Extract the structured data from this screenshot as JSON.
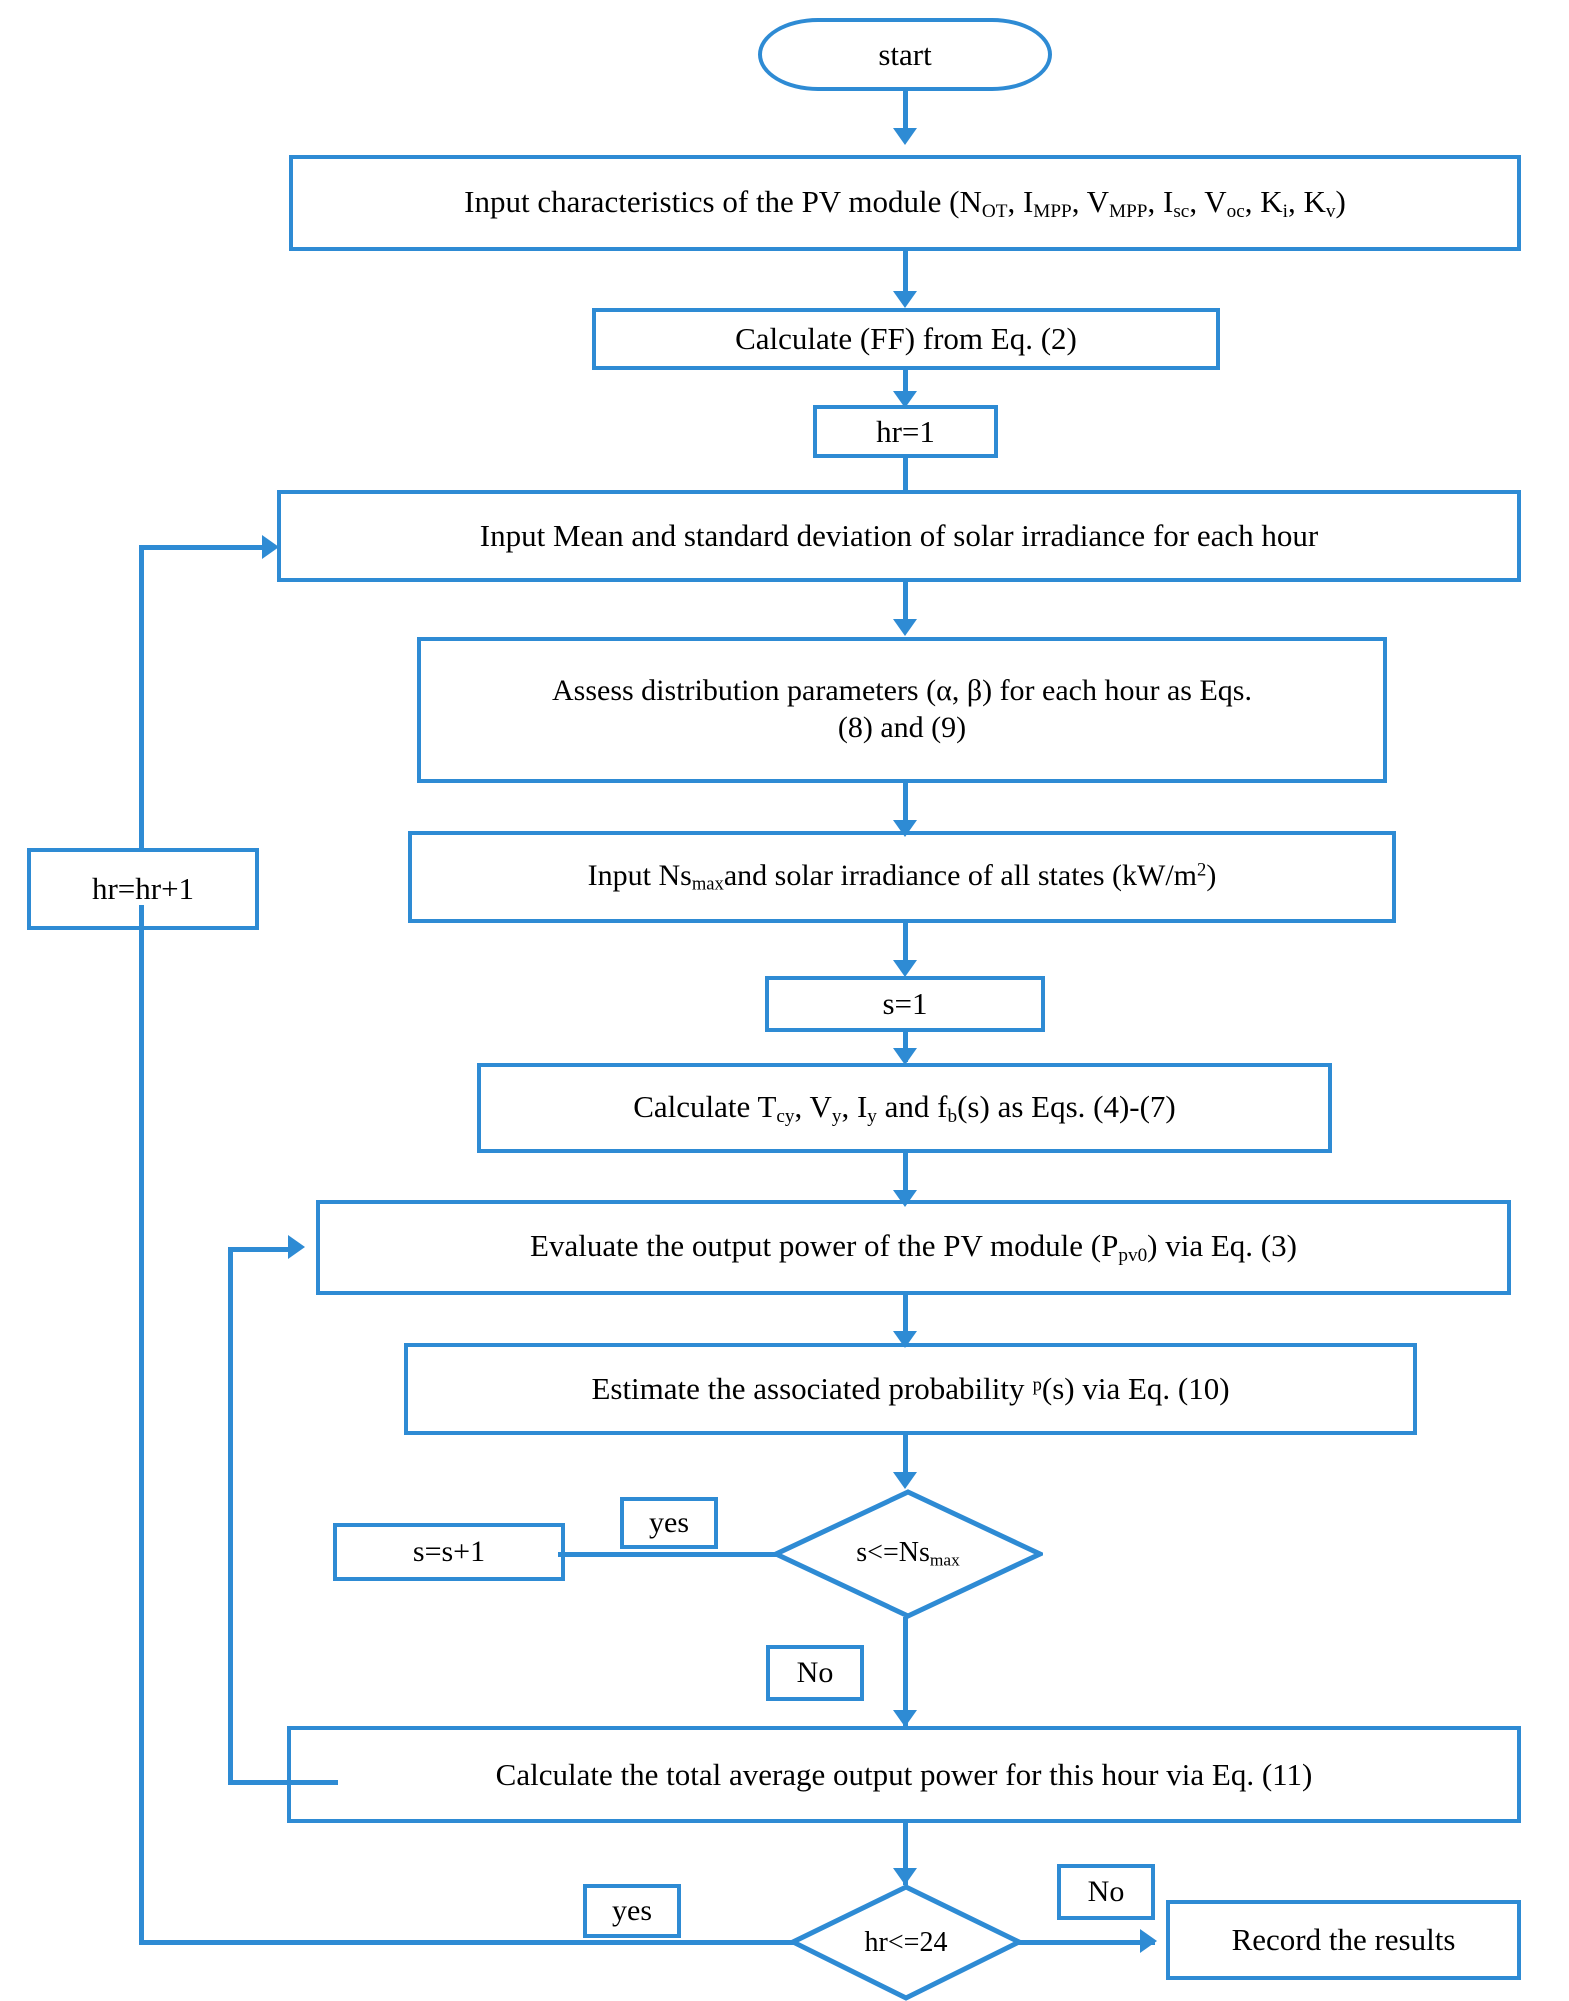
{
  "diagram": {
    "title": "PV module hourly output power probabilistic assessment flowchart",
    "type": "flowchart",
    "accent_color": "#2E8BD4",
    "text_color": "#000000",
    "background_color": "#FFFFFF"
  },
  "nodes": {
    "start": {
      "label": "start",
      "shape": "terminator"
    },
    "input_characteristics": {
      "label": "Input characteristics of the PV module (NOT, IMPP, VMPP, Isc, Voc, Ki, Kv)",
      "parts": {
        "lead": "Input characteristics of the PV module (N",
        "sub1": "OT",
        "t1": ", I",
        "sub2": "MPP",
        "t2": ", V",
        "sub3": "MPP",
        "t3": ", I",
        "sub4": "sc",
        "t4": ", V",
        "sub5": "oc",
        "t5": ", K",
        "sub6": "i",
        "t6": ", K",
        "sub7": "v",
        "tail": ")"
      },
      "shape": "process"
    },
    "calc_ff": {
      "label": "Calculate (FF) from Eq. (2)",
      "shape": "process"
    },
    "hr_init": {
      "label": "hr=1",
      "shape": "process"
    },
    "input_mean": {
      "label": "Input Mean and standard deviation of solar irradiance for each hour",
      "shape": "process"
    },
    "assess_dist": {
      "label": "Assess distribution parameters (α, β) for each hour as Eqs. (8) and (9)",
      "line1": "Assess distribution parameters (α, β) for each hour as Eqs.",
      "line2": "(8) and (9)",
      "shape": "process"
    },
    "input_nsmax": {
      "label": "Input Nsmax and solar irradiance of all states (kW/m2)",
      "parts": {
        "lead": "Input Ns",
        "sub1": "max",
        "t1": "and  solar irradiance of all states (kW/m",
        "sup1": "2",
        "tail": ")"
      },
      "shape": "process"
    },
    "s_init": {
      "label": "s=1",
      "shape": "process"
    },
    "calc_tcy": {
      "label": "Calculate Tcy, Vy, Iy and fb(s) as Eqs. (4)-(7)",
      "parts": {
        "lead": "Calculate  T",
        "sub1": "cy",
        "t1": ", V",
        "sub2": "y",
        "t2": ", I",
        "sub3": "y",
        "t3": " and f",
        "sub4": "b",
        "tail": "(s) as Eqs. (4)-(7)"
      },
      "shape": "process"
    },
    "evaluate_power": {
      "label": "Evaluate the output power of the PV module (Ppv0) via Eq. (3)",
      "parts": {
        "lead": "Evaluate the output power of the PV module (P",
        "sub1": "pv0",
        "tail": ") via Eq. (3)"
      },
      "shape": "process"
    },
    "estimate_prob": {
      "label": "Estimate the associated probability ᵖ(s) via Eq. (10)",
      "parts": {
        "lead": "Estimate the associated probability ",
        "mid": "ᵖ",
        "tail": "(s) via Eq. (10)"
      },
      "shape": "process"
    },
    "decision_s": {
      "label": "s<=Nsmax",
      "parts": {
        "lead": "s<=Ns",
        "sub1": "max"
      },
      "shape": "decision"
    },
    "s_increment": {
      "label": "s=s+1",
      "shape": "process"
    },
    "calc_total_avg": {
      "label": "Calculate the total average output power for this hour via Eq. (11)",
      "shape": "process"
    },
    "decision_hr": {
      "label": "hr<=24",
      "shape": "decision"
    },
    "hr_increment": {
      "label": "hr=hr+1",
      "shape": "process"
    },
    "record_results": {
      "label": "Record the results",
      "shape": "process"
    }
  },
  "edge_labels": {
    "s_yes": "yes",
    "s_no": "No",
    "hr_yes": "yes",
    "hr_no": "No"
  },
  "flow": [
    {
      "from": "start",
      "to": "input_characteristics"
    },
    {
      "from": "input_characteristics",
      "to": "calc_ff"
    },
    {
      "from": "calc_ff",
      "to": "hr_init"
    },
    {
      "from": "hr_init",
      "to": "input_mean"
    },
    {
      "from": "input_mean",
      "to": "assess_dist"
    },
    {
      "from": "assess_dist",
      "to": "input_nsmax"
    },
    {
      "from": "input_nsmax",
      "to": "s_init"
    },
    {
      "from": "s_init",
      "to": "calc_tcy"
    },
    {
      "from": "calc_tcy",
      "to": "evaluate_power"
    },
    {
      "from": "evaluate_power",
      "to": "estimate_prob"
    },
    {
      "from": "estimate_prob",
      "to": "decision_s"
    },
    {
      "from": "decision_s",
      "to": "s_increment",
      "label": "yes"
    },
    {
      "from": "s_increment",
      "to": "evaluate_power"
    },
    {
      "from": "decision_s",
      "to": "calc_total_avg",
      "label": "No"
    },
    {
      "from": "calc_total_avg",
      "to": "decision_hr"
    },
    {
      "from": "decision_hr",
      "to": "hr_increment",
      "label": "yes"
    },
    {
      "from": "hr_increment",
      "to": "input_mean"
    },
    {
      "from": "decision_hr",
      "to": "record_results",
      "label": "No"
    }
  ]
}
